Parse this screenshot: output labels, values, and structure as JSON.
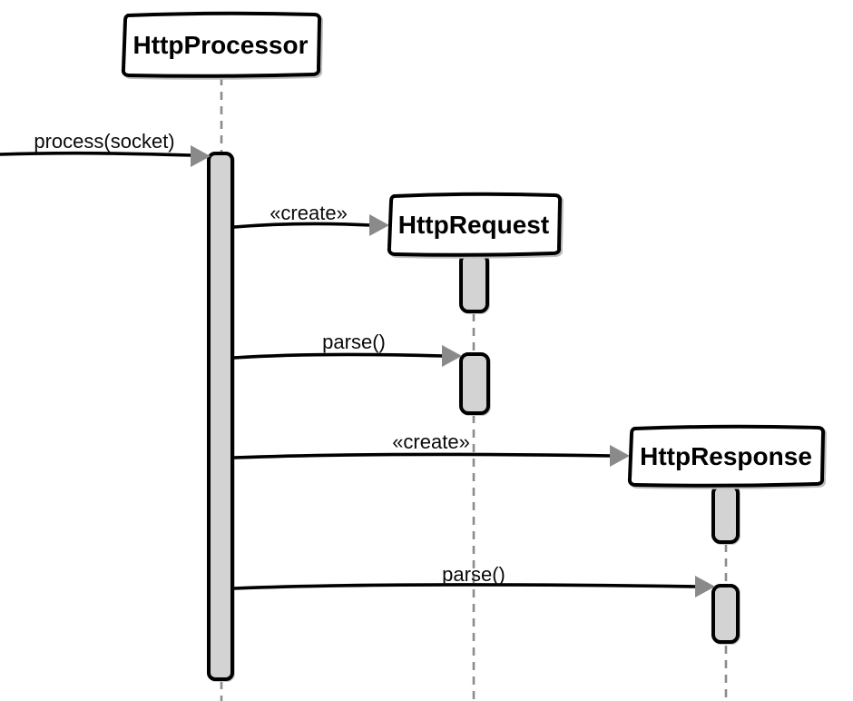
{
  "diagram": {
    "type": "uml-sequence",
    "participants": [
      {
        "name": "HttpProcessor"
      },
      {
        "name": "HttpRequest"
      },
      {
        "name": "HttpResponse"
      }
    ],
    "messages": [
      {
        "label": "process(socket)",
        "from": "(external)",
        "to": "HttpProcessor",
        "kind": "found-message"
      },
      {
        "label": "«create»",
        "from": "HttpProcessor",
        "to": "HttpRequest",
        "kind": "create"
      },
      {
        "label": "parse()",
        "from": "HttpProcessor",
        "to": "HttpRequest",
        "kind": "call"
      },
      {
        "label": "«create»",
        "from": "HttpProcessor",
        "to": "HttpResponse",
        "kind": "create"
      },
      {
        "label": "parse()",
        "from": "HttpProcessor",
        "to": "HttpResponse",
        "kind": "call"
      }
    ],
    "colors": {
      "background": "#ffffff",
      "box_fill": "#ffffff",
      "stroke": "#000000",
      "activation_fill": "#d3d3d3",
      "arrowhead": "#8a8a8a",
      "lifeline": "#8c8c8c",
      "shadow": "#bdbdbd"
    }
  }
}
